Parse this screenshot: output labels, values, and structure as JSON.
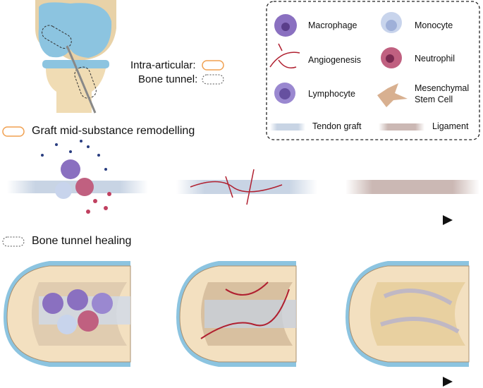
{
  "knee_labels": {
    "intra_articular": "Intra-articular:",
    "bone_tunnel": "Bone tunnel:"
  },
  "legend": {
    "items": [
      "Macrophage",
      "Monocyte",
      "Angiogenesis",
      "Neutrophil",
      "Lymphocyte",
      "Mesenchymal Stem Cell",
      "Tendon graft",
      "Ligament"
    ]
  },
  "sections": {
    "graft": "Graft mid-substance remodelling",
    "tunnel": "Bone tunnel healing"
  },
  "colors": {
    "orange": "#f0a050",
    "macrophage": "#8a70c0",
    "neutrophil": "#c06080",
    "vessel": "#b02030",
    "bone": "#f3e0c0",
    "cartilage": "#8cc4e0"
  }
}
